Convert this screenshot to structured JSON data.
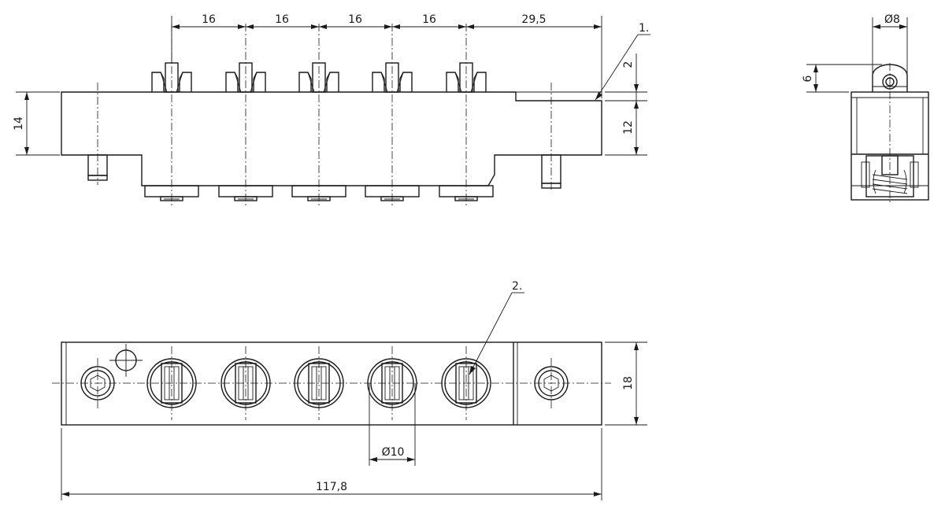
{
  "dimensions": {
    "pitch_1": "16",
    "pitch_2": "16",
    "pitch_3": "16",
    "pitch_4": "16",
    "end_offset": "29,5",
    "total_height": "14",
    "top_step": "2",
    "block_height": "12",
    "side_height": "6",
    "pin_diameter": "Ø8",
    "width": "18",
    "bore_diameter": "Ø10",
    "total_length": "117,8"
  },
  "callouts": {
    "item_1": "1.",
    "item_2": "2."
  },
  "colors": {
    "line": "#1a1a1a",
    "background": "#ffffff"
  }
}
